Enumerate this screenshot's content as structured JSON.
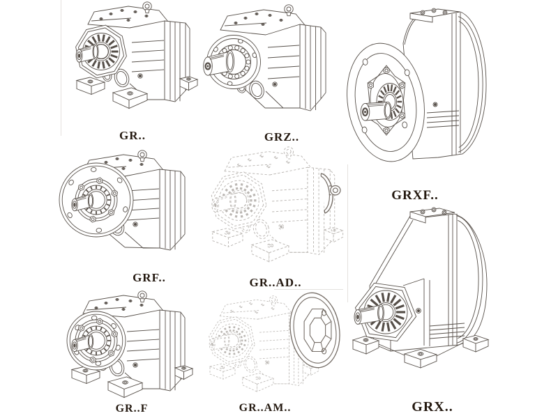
{
  "page": {
    "background": "#ffffff",
    "line_color": "#57504a",
    "ghost_line_color": "#bbb7b3",
    "label_color": "#23180f"
  },
  "figure": {
    "description": "Catalog line drawings of GR series helical gear reducers in eight mounting variants",
    "items": [
      {
        "id": "gr",
        "label": "GR..",
        "style": "solid"
      },
      {
        "id": "grz",
        "label": "GRZ..",
        "style": "solid"
      },
      {
        "id": "grxf",
        "label": "GRXF..",
        "style": "solid"
      },
      {
        "id": "grf",
        "label": "GRF..",
        "style": "solid"
      },
      {
        "id": "gr-ad",
        "label": "GR..AD..",
        "style": "ghost"
      },
      {
        "id": "gr-f",
        "label": "GR..F",
        "style": "solid"
      },
      {
        "id": "gr-am",
        "label": "GR..AM..",
        "style": "ghost"
      },
      {
        "id": "grx",
        "label": "GRX..",
        "style": "solid"
      }
    ]
  }
}
